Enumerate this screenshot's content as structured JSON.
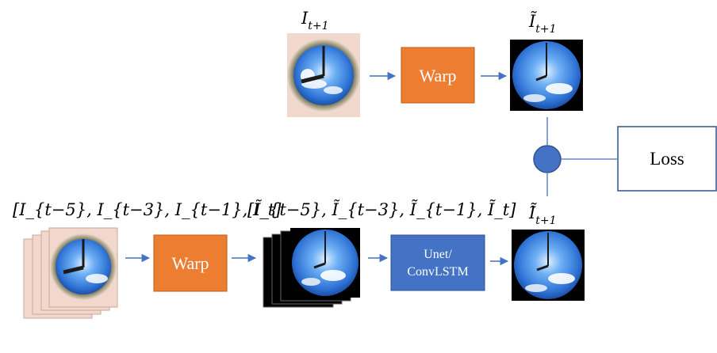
{
  "diagram": {
    "top_input_label": {
      "base": "I",
      "sub": "t+1"
    },
    "top_output_label": {
      "base": "Ĩ",
      "sub": "t+1"
    },
    "bottom_input_label": "[I_{t−5}, I_{t−3}, I_{t−1}, I_t]",
    "bottom_warped_label": "[Ĩ_{t−5}, Ĩ_{t−3}, Ĩ_{t−1}, Ĩ_t]",
    "bottom_output_label": {
      "base": "Ĩ̂",
      "sub": "t+1"
    },
    "warp_top_label": "Warp",
    "warp_bottom_label": "Warp",
    "model_label_line1": "Unet/",
    "model_label_line2": "ConvLSTM",
    "loss_label": "Loss",
    "colors": {
      "warp": "#ED7D31",
      "model": "#4472C4",
      "arrow": "#4472C4",
      "sky": "#4a8fe0"
    }
  }
}
